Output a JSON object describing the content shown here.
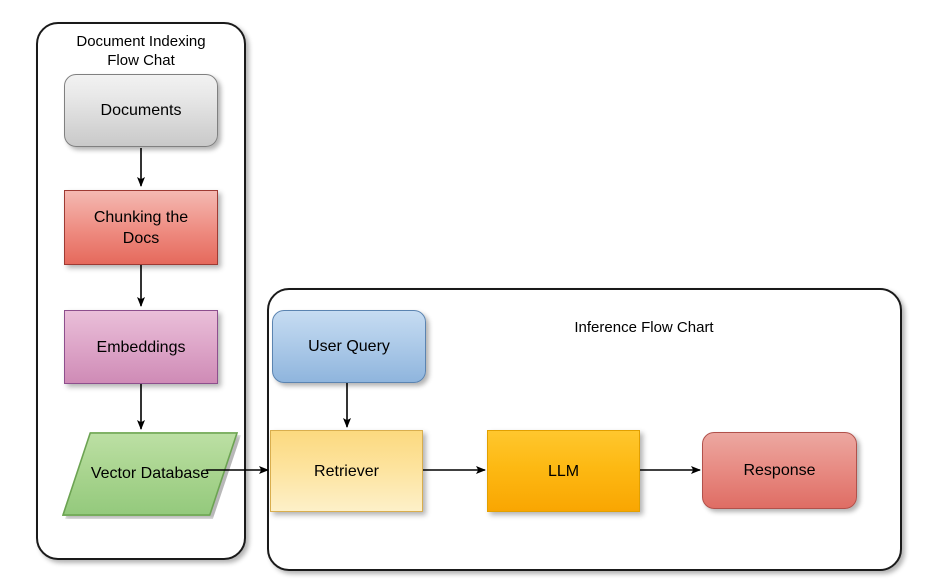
{
  "diagram": {
    "title_visible": false,
    "panels": [
      {
        "id": "indexing",
        "title": "Document Indexing\nFlow Chat"
      },
      {
        "id": "inference",
        "title": "Inference Flow Chart"
      }
    ],
    "nodes": [
      {
        "id": "documents",
        "label": "Documents",
        "shape": "rounded-rect",
        "fill": "#d4d4d4",
        "border": "#808080"
      },
      {
        "id": "chunking",
        "label": "Chunking the\nDocs",
        "shape": "rect",
        "fill": "#ee8b80",
        "border": "#9e3a33"
      },
      {
        "id": "embeddings",
        "label": "Embeddings",
        "shape": "rect",
        "fill": "#dda5c8",
        "border": "#8d4f8d"
      },
      {
        "id": "vectordb",
        "label": "Vector Database",
        "shape": "parallelogram",
        "fill": "#a8d48e",
        "border": "#6ca352"
      },
      {
        "id": "userquery",
        "label": "User Query",
        "shape": "rounded-rect",
        "fill": "#aecbe9",
        "border": "#5b84b1"
      },
      {
        "id": "retriever",
        "label": "Retriever",
        "shape": "rect",
        "fill": "#fde4a0",
        "border": "#d9ae4e"
      },
      {
        "id": "llm",
        "label": "LLM",
        "shape": "rect",
        "fill": "#fdb913",
        "border": "#e2a000"
      },
      {
        "id": "response",
        "label": "Response",
        "shape": "rounded-rect",
        "fill": "#e88d85",
        "border": "#b1514b"
      }
    ],
    "edges": [
      {
        "from": "documents",
        "to": "chunking",
        "direction": "down"
      },
      {
        "from": "chunking",
        "to": "embeddings",
        "direction": "down"
      },
      {
        "from": "embeddings",
        "to": "vectordb",
        "direction": "down"
      },
      {
        "from": "vectordb",
        "to": "retriever",
        "direction": "right"
      },
      {
        "from": "userquery",
        "to": "retriever",
        "direction": "down"
      },
      {
        "from": "retriever",
        "to": "llm",
        "direction": "right"
      },
      {
        "from": "llm",
        "to": "response",
        "direction": "right"
      }
    ],
    "colors": {
      "background": "#ffffff",
      "stroke": "#1a1a1a",
      "text": "#000000"
    }
  }
}
